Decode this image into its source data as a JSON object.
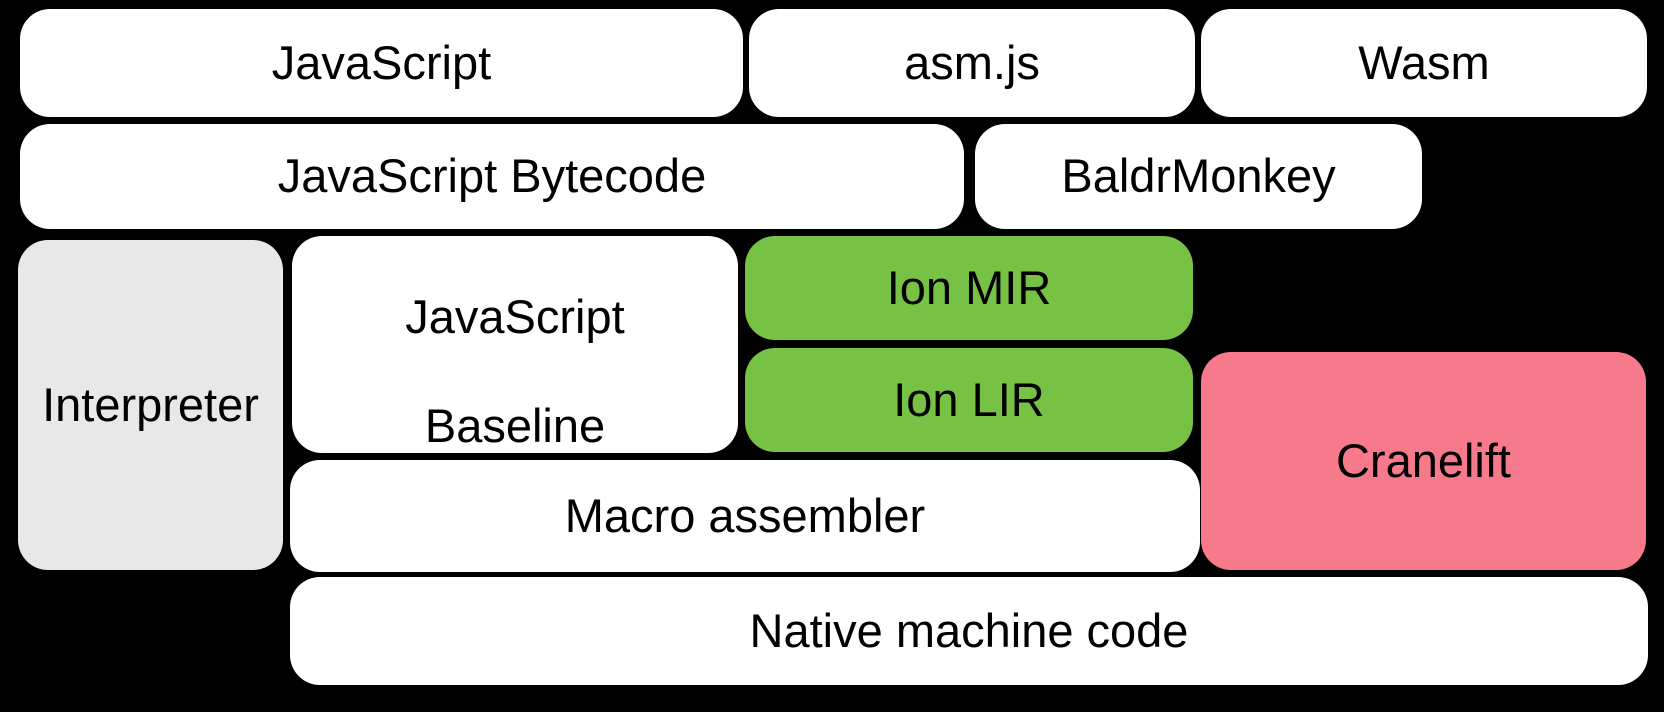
{
  "colors": {
    "background": "#000000",
    "box_white": "#ffffff",
    "box_gray": "#e8e8e8",
    "box_green": "#77c245",
    "box_pink": "#f7798c",
    "text": "#000000"
  },
  "boxes": {
    "javascript": {
      "label": "JavaScript"
    },
    "asmjs": {
      "label": "asm.js"
    },
    "wasm": {
      "label": "Wasm"
    },
    "bytecode": {
      "label": "JavaScript Bytecode"
    },
    "baldrmonkey": {
      "label": "BaldrMonkey"
    },
    "interpreter": {
      "label": "Interpreter"
    },
    "baseline": {
      "label": "JavaScript Baseline",
      "lines": [
        "JavaScript",
        "Baseline"
      ]
    },
    "ion_mir": {
      "label": "Ion MIR"
    },
    "ion_lir": {
      "label": "Ion LIR"
    },
    "cranelift": {
      "label": "Cranelift"
    },
    "macro_assembler": {
      "label": "Macro assembler"
    },
    "native": {
      "label": "Native machine code"
    }
  }
}
